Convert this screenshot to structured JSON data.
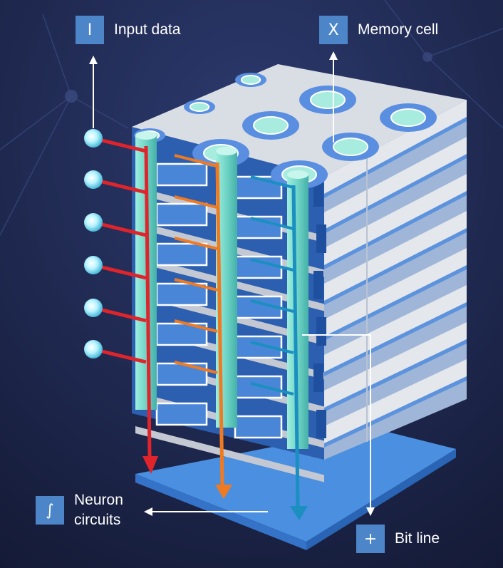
{
  "legend": {
    "input": {
      "symbol": "I",
      "label": "Input data"
    },
    "memory": {
      "symbol": "X",
      "label": "Memory cell"
    },
    "neuron": {
      "symbol": "∫",
      "label_line1": "Neuron",
      "label_line2": "circuits"
    },
    "bitline": {
      "symbol": "+",
      "label": "Bit line"
    }
  },
  "colors": {
    "background": "#1b2347",
    "badge": "#4c86c9",
    "input_line": "#e0242b",
    "orange_line": "#f07a22",
    "blue_line": "#1a8fc0",
    "pillar": "#7fe0d0",
    "cell_blue": "#4a86d8",
    "block_top": "#d7dae0",
    "base_plate": "#4a8fe0"
  },
  "icons": [
    "integral-icon",
    "plus-icon",
    "x-icon",
    "i-icon"
  ]
}
